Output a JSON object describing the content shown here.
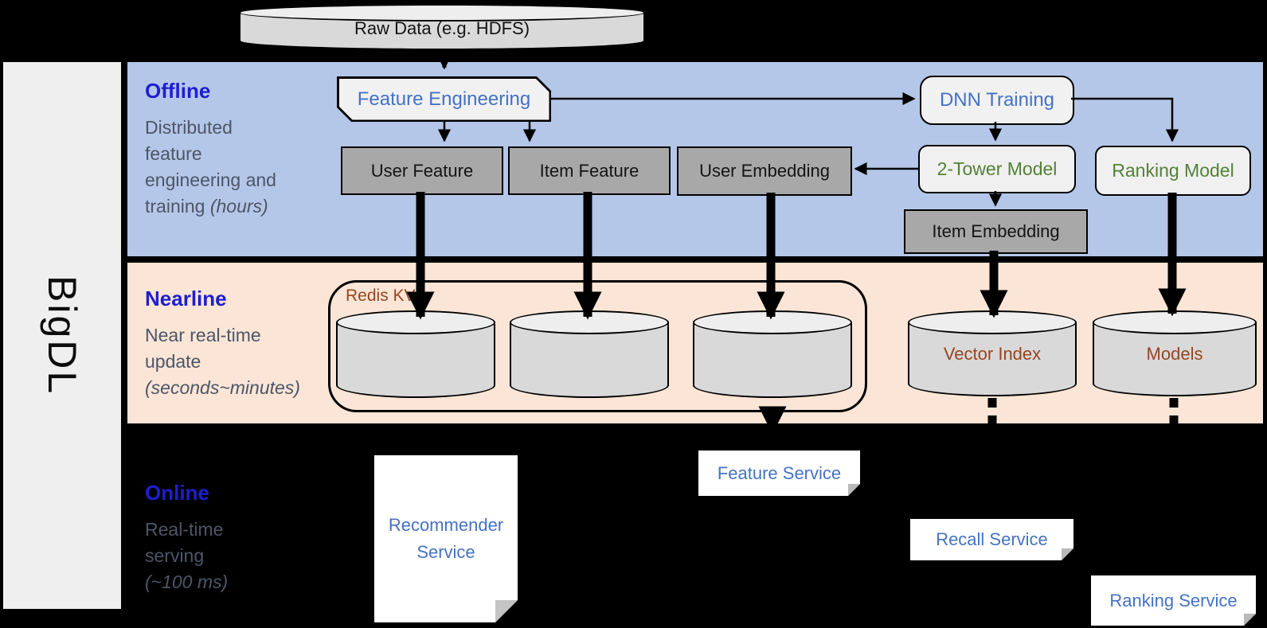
{
  "sidebar": {
    "brand": "BigDL"
  },
  "colors": {
    "offline_band": "#b5c7e8",
    "nearline_band": "#fbe5d6",
    "online_band": "#000000",
    "heading_blue": "#1e1ed2",
    "description_gray": "#4c5668",
    "node_text_blue": "#4472c4",
    "node_text_green": "#538135",
    "node_text_brown": "#964620",
    "gray_box_fill": "#a8a8a8",
    "light_box_fill": "#f1f1f1",
    "cylinder_fill": "#d9d9d9"
  },
  "datastore": {
    "raw_data": "Raw Data (e.g. HDFS)"
  },
  "bands": {
    "offline": {
      "heading": "Offline",
      "lines": [
        "Distributed",
        "feature",
        "engineering and",
        "training "
      ],
      "em": "(hours)"
    },
    "nearline": {
      "heading": "Nearline",
      "lines": [
        "Near real-time",
        "update"
      ],
      "em": "(seconds~minutes)"
    },
    "online": {
      "heading": "Online",
      "lines": [
        "Real-time",
        "serving"
      ],
      "em": "(~100 ms)"
    }
  },
  "offline_nodes": {
    "feature_engineering": "Feature Engineering",
    "dnn_training": "DNN Training",
    "user_feature": "User Feature",
    "item_feature": "Item Feature",
    "user_embedding": "User Embedding",
    "two_tower_model": "2-Tower Model",
    "ranking_model": "Ranking Model",
    "item_embedding": "Item Embedding"
  },
  "nearline_nodes": {
    "redis_kv": "Redis KV",
    "vector_index": "Vector Index",
    "models": "Models"
  },
  "online_nodes": {
    "recommender_service": "Recommender Service",
    "feature_service": "Feature Service",
    "recall_service": "Recall Service",
    "ranking_service": "Ranking Service"
  }
}
